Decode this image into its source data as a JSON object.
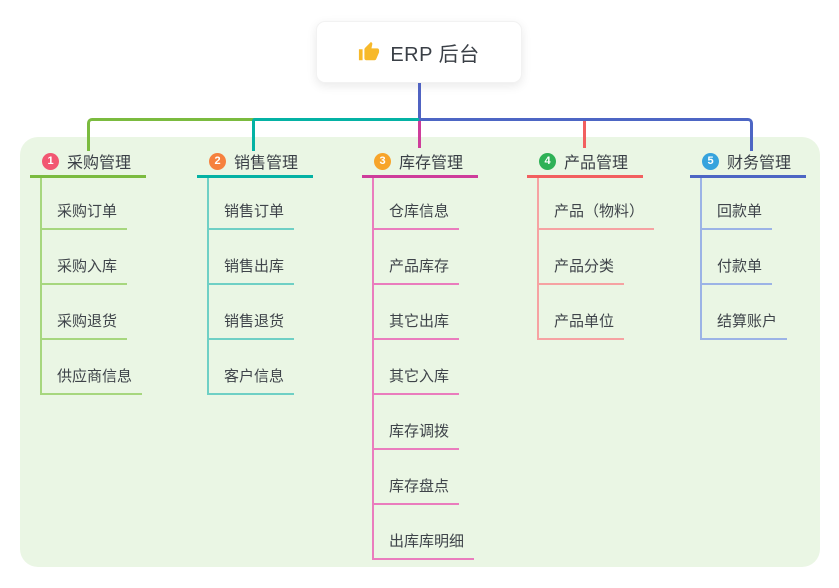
{
  "root": {
    "label": "ERP 后台",
    "icon": "thumbs-up-icon",
    "icon_color": "#f7b92a",
    "connector_color": "#5063c2"
  },
  "panel": {
    "background": "#eaf6e4"
  },
  "branches": [
    {
      "badge": "1",
      "label": "采购管理",
      "badge_color": "#f25772",
      "line_color": "#7bbb3f",
      "child_line_color": "#a7d77e",
      "children": [
        "采购订单",
        "采购入库",
        "采购退货",
        "供应商信息"
      ]
    },
    {
      "badge": "2",
      "label": "销售管理",
      "badge_color": "#f6813e",
      "line_color": "#04b2a4",
      "child_line_color": "#6fd0c5",
      "children": [
        "销售订单",
        "销售出库",
        "销售退货",
        "客户信息"
      ]
    },
    {
      "badge": "3",
      "label": "库存管理",
      "badge_color": "#f7a42a",
      "line_color": "#ce3d9b",
      "child_line_color": "#ea7cbd",
      "children": [
        "仓库信息",
        "产品库存",
        "其它出库",
        "其它入库",
        "库存调拨",
        "库存盘点",
        "出库库明细"
      ]
    },
    {
      "badge": "4",
      "label": "产品管理",
      "badge_color": "#2eb156",
      "line_color": "#f25f5f",
      "child_line_color": "#f6a2a2",
      "children": [
        "产品（物料）",
        "产品分类",
        "产品单位"
      ]
    },
    {
      "badge": "5",
      "label": "财务管理",
      "badge_color": "#36a3dd",
      "line_color": "#4d66c4",
      "child_line_color": "#9cb3e6",
      "children": [
        "回款单",
        "付款单",
        "结算账户"
      ]
    }
  ]
}
